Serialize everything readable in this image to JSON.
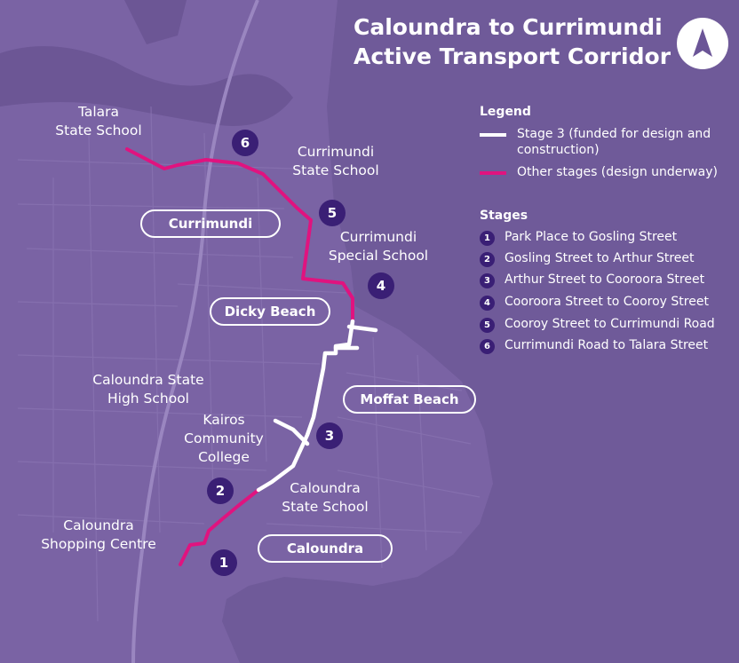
{
  "title": {
    "line1": "Caloundra to Currimundi",
    "line2": "Active Transport Corridor"
  },
  "compass": {
    "icon": "north-arrow-icon"
  },
  "legend": {
    "title": "Legend",
    "items": [
      {
        "label": "Stage 3 (funded for design and construction)",
        "color": "#ffffff"
      },
      {
        "label": "Other stages (design underway)",
        "color": "#e0137f"
      }
    ]
  },
  "stages": {
    "title": "Stages",
    "items": [
      {
        "number": "1",
        "label": "Park Place to Gosling Street"
      },
      {
        "number": "2",
        "label": "Gosling Street to Arthur Street"
      },
      {
        "number": "3",
        "label": "Arthur Street to Cooroora Street"
      },
      {
        "number": "4",
        "label": "Cooroora Street to Cooroy Street"
      },
      {
        "number": "5",
        "label": "Cooroy Street to Currimundi Road"
      },
      {
        "number": "6",
        "label": "Currimundi Road to Talara Street"
      }
    ]
  },
  "places": {
    "talara": [
      "Talara",
      "State School"
    ],
    "currimundi_ss": [
      "Currimundi",
      "State School"
    ],
    "currimundi_special": [
      "Currimundi",
      "Special School"
    ],
    "caloundra_shs": [
      "Caloundra State",
      "High School"
    ],
    "kairos": [
      "Kairos",
      "Community",
      "College"
    ],
    "caloundra_ss": [
      "Caloundra",
      "State School"
    ],
    "caloundra_shopping": [
      "Caloundra",
      "Shopping Centre"
    ]
  },
  "suburbs": {
    "currimundi": "Currimundi",
    "dicky_beach": "Dicky Beach",
    "moffat_beach": "Moffat Beach",
    "caloundra": "Caloundra"
  },
  "markers": {
    "m1": "1",
    "m2": "2",
    "m3": "3",
    "m4": "4",
    "m5": "5",
    "m6": "6"
  },
  "colors": {
    "land": "#7a63a4",
    "water": "#6f5a99",
    "route_stage3": "#ffffff",
    "route_other": "#e0137f",
    "marker": "#3a1f75"
  }
}
